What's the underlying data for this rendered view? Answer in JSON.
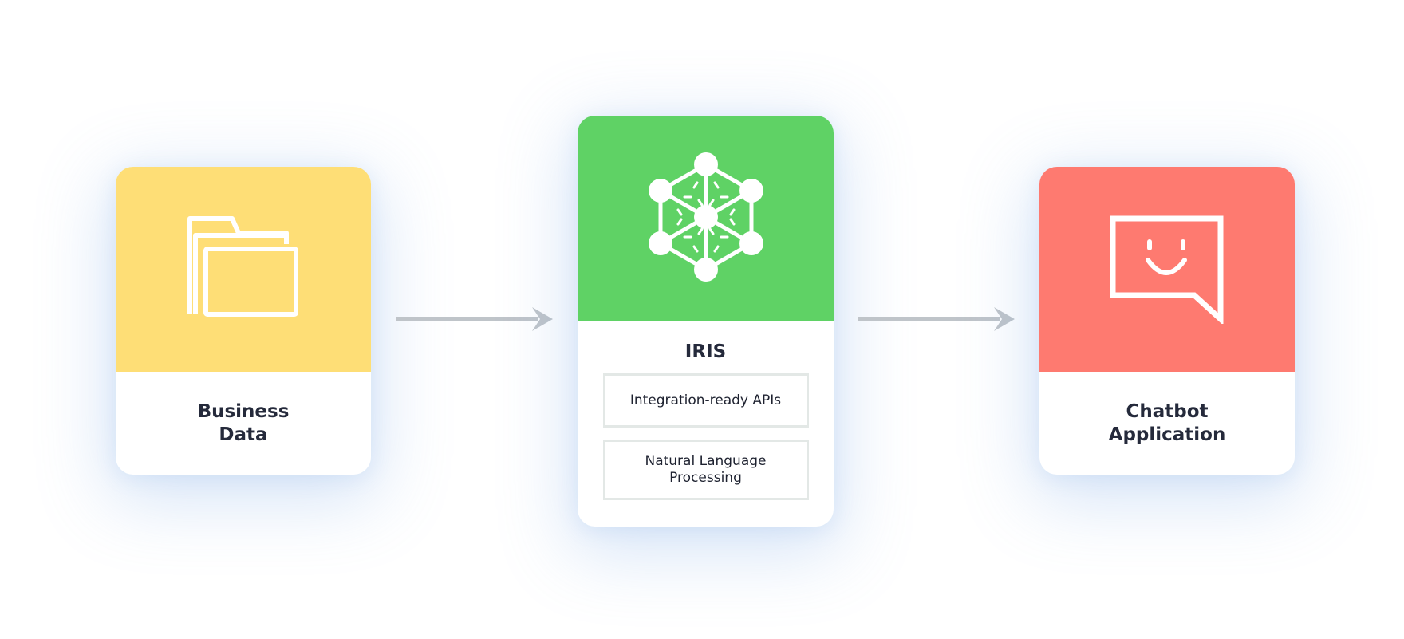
{
  "colors": {
    "business_top": "#fede76",
    "iris_top": "#5fd265",
    "chatbot_top": "#fe7a70",
    "arrow": "#bfc4c9",
    "title_text": "#252a3b",
    "feature_border": "#e3e8e6"
  },
  "nodes": [
    {
      "icon": "folder-icon",
      "title_lines": [
        "Business",
        "Data"
      ]
    },
    {
      "icon": "neural-network-icon",
      "title": "IRIS",
      "features": [
        {
          "lines": [
            "Integration-ready APIs"
          ]
        },
        {
          "lines": [
            "Natural Language",
            "Processing"
          ]
        }
      ]
    },
    {
      "icon": "chat-smile-icon",
      "title_lines": [
        "Chatbot",
        "Application"
      ]
    }
  ],
  "edges": [
    {
      "from": "Business Data",
      "to": "IRIS"
    },
    {
      "from": "IRIS",
      "to": "Chatbot Application"
    }
  ]
}
